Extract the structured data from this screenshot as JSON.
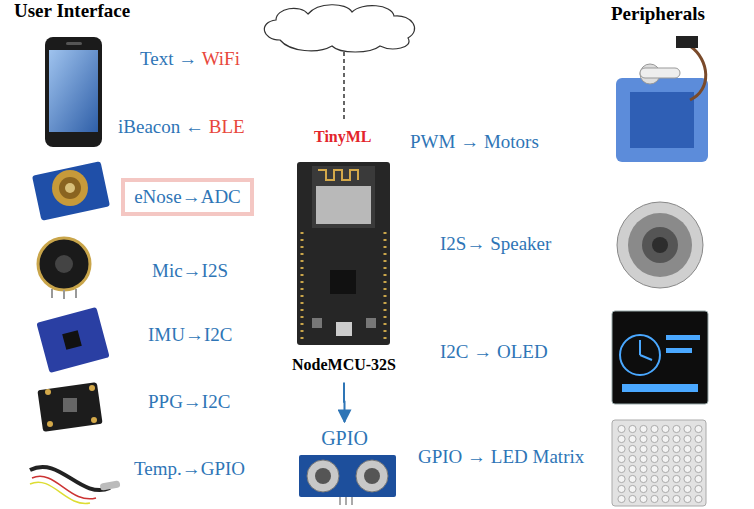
{
  "diagram": {
    "nodes": [
      {
        "text": [
          "eNose→ADC"
        ]
      },
      {
        "text": [
          "NodeMCU-32S"
        ]
      },
      {
        "text": [
          "GPIO"
        ]
      }
    ],
    "edges": [
      {
        "from": 1,
        "to": 2,
        "arrow": "to"
      }
    ],
    "labels": [
      "User Interface",
      "Peripherals",
      "Text → WiFi",
      "iBeacon ← BLE",
      "Mic→I2S",
      "IMU→I2C",
      "PPG→I2C",
      "Temp.→GPIO",
      "TinyML",
      "PWM → Motors",
      "I2S→ Speaker",
      "I2C → OLED",
      "GPIO → LED Matrix"
    ]
  }
}
